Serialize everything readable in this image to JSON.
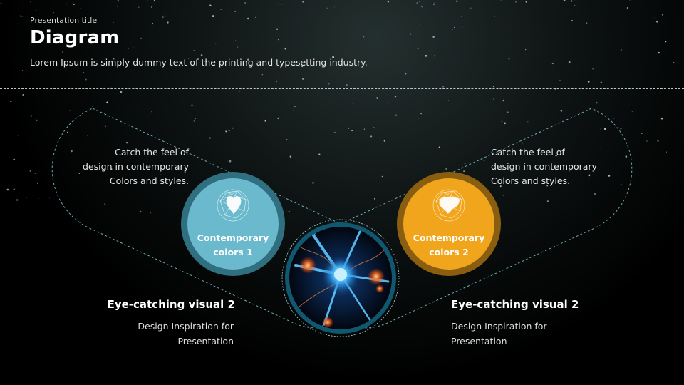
{
  "header": {
    "presentation_title": "Presentation title",
    "title": "Diagram",
    "subtitle": "Lorem Ipsum is simply dummy text of the printing and typesetting industry."
  },
  "left_branch": {
    "note_lines": [
      "Catch the feel of",
      "design in contemporary",
      "Colors and styles."
    ],
    "circle_lines": [
      "Contemporary",
      "colors 1"
    ],
    "circle_color": "#6ab9cc",
    "circle_ring_color": "#2f6f80",
    "icon": "heart-icon",
    "visual_title": "Eye-catching visual 2",
    "visual_desc_lines": [
      "Design Inspiration for",
      "Presentation"
    ]
  },
  "right_branch": {
    "note_lines": [
      "Catch the feel of",
      "design in contemporary",
      "Colors and styles."
    ],
    "circle_lines": [
      "Contemporary",
      "colors 2"
    ],
    "circle_color": "#f0a51c",
    "circle_ring_color": "#8a5e10",
    "icon": "liver-icon",
    "visual_title": "Eye-catching visual 2",
    "visual_desc_lines": [
      "Design Inspiration for",
      "Presentation"
    ]
  },
  "center": {
    "icon": "neuron-image",
    "ring_color": "#2a8fb0"
  }
}
